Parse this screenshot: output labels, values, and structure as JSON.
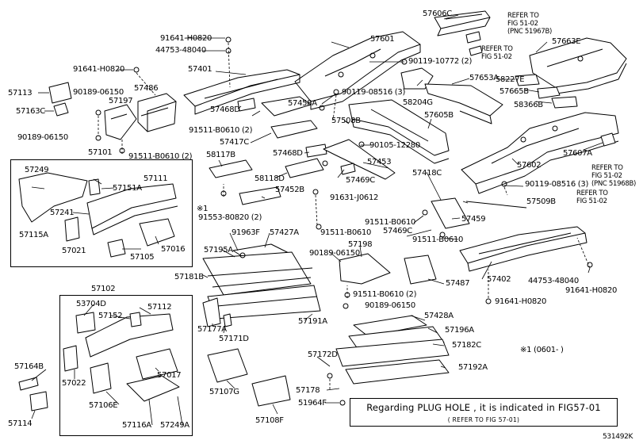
{
  "figure_id": "531492K",
  "plug_hole_note": {
    "main": "Regarding PLUG HOLE , it is indicated in FIG57-01",
    "sub": "( REFER TO FIG 57-01)"
  },
  "footnote": "※1 (0601-    )",
  "part_labels": {
    "p57606C": "57606C",
    "p57601": "57601",
    "p57663E": "57663E",
    "p91641_h0820_a": "91641-H0820",
    "p44753_48040_a": "44753-48040",
    "p91641_h0820_b": "91641-H0820",
    "p57401": "57401",
    "p90119_10772": "90119-10772 (2)",
    "p57653A": "57653A",
    "p58227E": "58227E",
    "p57665B": "57665B",
    "p57113": "57113",
    "p90189_06150_a": "90189-06150",
    "p57486": "57486",
    "p57197": "57197",
    "p57163C": "57163C",
    "p57468D_a": "57468D",
    "p57458A": "57458A",
    "p90119_08516_a": "90119-08516 (3)",
    "p58204G": "58204G",
    "p58366B": "58366B",
    "p91511_b0610_a": "91511-B0610 (2)",
    "p57508B": "57508B",
    "p57605B": "57605B",
    "p90189_06150_b": "90189-06150",
    "p57417C": "57417C",
    "p90105_12280": "90105-12280",
    "p57101": "57101",
    "p91511_b0610_b": "91511-B0610 (2)",
    "p58117B": "58117B",
    "p57468D_b": "57468D",
    "p57453": "57453",
    "p57607A": "57607A",
    "p57602": "57602",
    "p57249_a": "57249",
    "p57111": "57111",
    "p58118D": "58118D",
    "p57469C_a": "57469C",
    "p57151A": "57151A",
    "p57452B": "57452B",
    "p57418C": "57418C",
    "p90119_08516_b": "90119-08516 (3)",
    "p91631_j0612": "91631-J0612",
    "p57509B": "57509B",
    "p57241": "57241",
    "p91553_80820": "91553-80820 (2)",
    "p91511_b0610_c": "91511-B0610",
    "p57459": "57459",
    "p57115A": "57115A",
    "p57021": "57021",
    "p91963F": "91963F",
    "p57427A": "57427A",
    "p91511_b0610_d": "91511-B0610",
    "p57469C_b": "57469C",
    "p91511_b0610_e": "91511-B0610",
    "p57195A": "57195A",
    "p57198": "57198",
    "p57016": "57016",
    "p57105": "57105",
    "p90189_06150_c": "90189-06150",
    "p57181B": "57181B",
    "p57487": "57487",
    "p57402": "57402",
    "p44753_48040_b": "44753-48040",
    "p91641_h0820_c": "91641-H0820",
    "p57102": "57102",
    "p91511_b0610_f": "91511-B0610 (2)",
    "p90189_06150_d": "90189-06150",
    "p91641_h0820_d": "91641-H0820",
    "p53704D": "53704D",
    "p57112": "57112",
    "p57152": "57152",
    "p57191A": "57191A",
    "p57428A": "57428A",
    "p57177A": "57177A",
    "p57196A": "57196A",
    "p57171D": "57171D",
    "p57182C": "57182C",
    "p57172D": "57172D",
    "p57164B": "57164B",
    "p57022": "57022",
    "p57017": "57017",
    "p57192A": "57192A",
    "p57107G": "57107G",
    "p57178": "57178",
    "p57106E": "57106E",
    "p57116A": "57116A",
    "p57249_b": "57249A",
    "p57108F": "57108F",
    "p51964F": "51964F",
    "p57114": "57114",
    "note1_mark": "※1"
  },
  "refer_notes": {
    "r1_line1": "REFER TO",
    "r1_line2": "FIG 51-02",
    "r1_line3": "(PNC 51967B)",
    "r2_line1": "REFER TO",
    "r2_line2": "FIG 51-02",
    "r3_line1": "REFER TO",
    "r3_line2": "FIG 51-02",
    "r3_line3": "(PNC 51968B)",
    "r4_line1": "REFER TO",
    "r4_line2": "FIG 51-02"
  }
}
